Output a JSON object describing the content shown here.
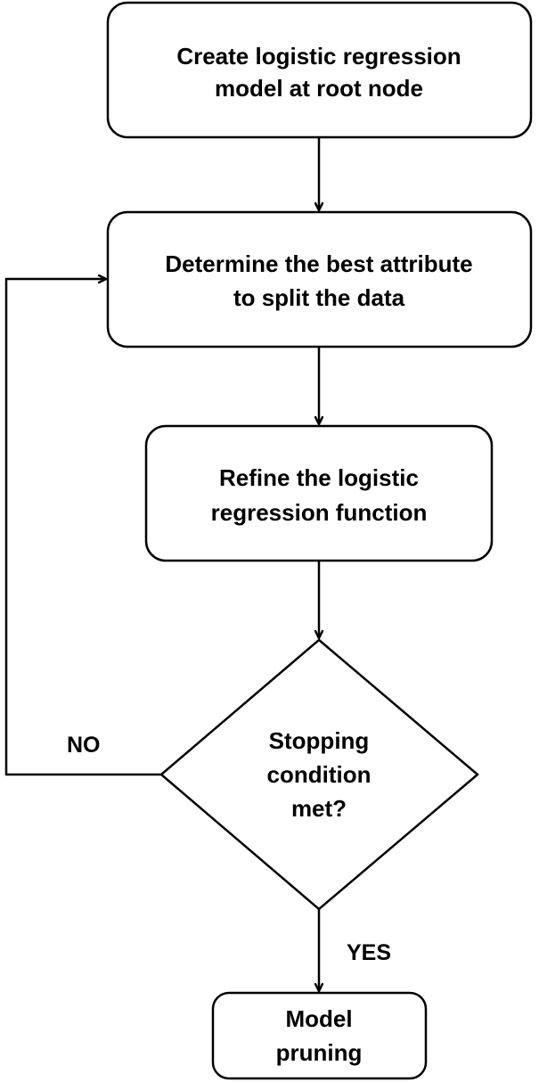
{
  "colors": {
    "stroke": "#000000",
    "fill": "#ffffff",
    "text": "#000000"
  },
  "nodes": {
    "create_model": {
      "shape": "rounded-rectangle",
      "lines": [
        "Create logistic regression",
        "model at root node"
      ]
    },
    "best_attribute": {
      "shape": "rounded-rectangle",
      "lines": [
        "Determine the best attribute",
        "to split the data"
      ]
    },
    "refine_function": {
      "shape": "rounded-rectangle",
      "lines": [
        "Refine the logistic",
        "regression function"
      ]
    },
    "stopping_condition": {
      "shape": "diamond",
      "lines": [
        "Stopping",
        "condition",
        "met?"
      ]
    },
    "model_pruning": {
      "shape": "rounded-rectangle",
      "lines": [
        "Model",
        "pruning"
      ]
    }
  },
  "edges": {
    "no_label": "NO",
    "yes_label": "YES"
  }
}
